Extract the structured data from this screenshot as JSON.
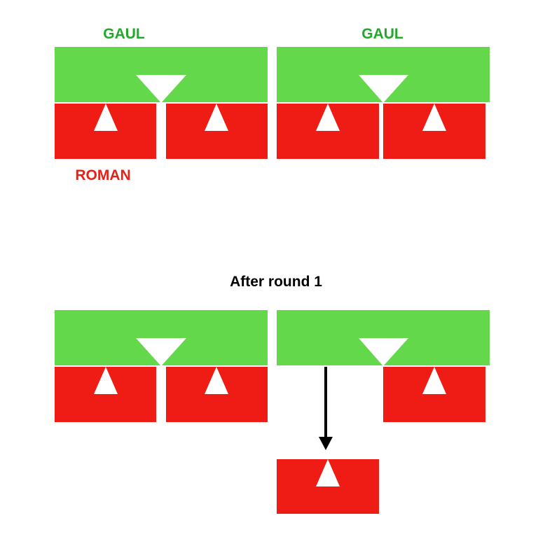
{
  "colors": {
    "gaul": "#64d84b",
    "roman": "#ee1c15",
    "gaul_text": "#22a82a",
    "roman_text": "#e52218",
    "arrow": "#000000",
    "marker": "#ffffff"
  },
  "labels": {
    "gaul_left": "GAUL",
    "gaul_right": "GAUL",
    "roman": "ROMAN",
    "round_caption": "After round 1"
  },
  "before": {
    "groups": [
      {
        "gaul": "GAUL",
        "romans": 2,
        "romans_attached": 2
      },
      {
        "gaul": "GAUL",
        "romans": 2,
        "romans_attached": 2
      }
    ]
  },
  "after": {
    "caption": "After round 1",
    "groups": [
      {
        "romans": 2,
        "romans_attached": 2
      },
      {
        "romans": 2,
        "romans_attached": 1,
        "romans_pushed_down": 1
      }
    ]
  }
}
